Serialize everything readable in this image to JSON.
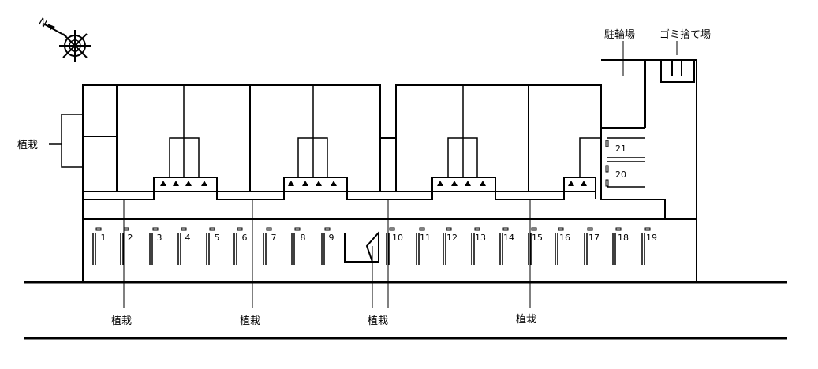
{
  "compass": {
    "north_label": "N"
  },
  "labels": {
    "planting": "植栽",
    "bicycle_parking": "駐輪場",
    "garbage": "ゴミ捨て場"
  },
  "parking": {
    "main_spots": [
      "1",
      "2",
      "3",
      "4",
      "5",
      "6",
      "7",
      "8",
      "9",
      "10",
      "11",
      "12",
      "13",
      "14",
      "15",
      "16",
      "17",
      "18",
      "19"
    ],
    "side_spots": [
      "21",
      "20"
    ]
  },
  "colors": {
    "line": "#000000",
    "background": "#ffffff"
  }
}
